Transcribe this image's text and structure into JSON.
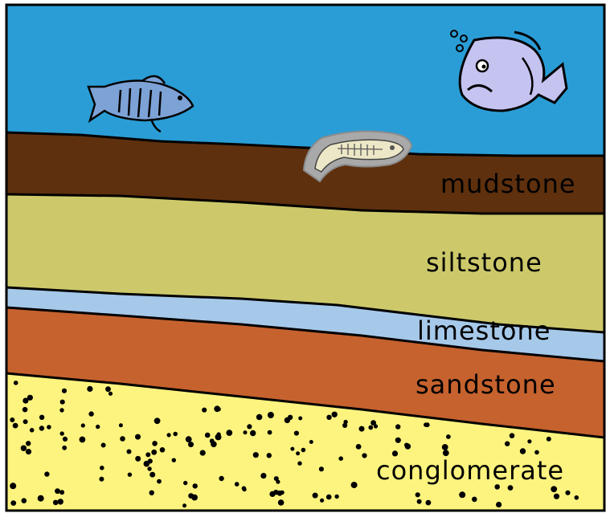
{
  "layers": [
    {
      "id": "mudstone",
      "label": "mudstone",
      "color": "#5e300e"
    },
    {
      "id": "siltstone",
      "label": "siltstone",
      "color": "#cdc96a"
    },
    {
      "id": "limestone",
      "label": "limestone",
      "color": "#a6c9ea"
    },
    {
      "id": "sandstone",
      "label": "sandstone",
      "color": "#c6622e"
    },
    {
      "id": "conglomerate",
      "label": "conglomerate",
      "color": "#fcf47e"
    }
  ],
  "water_color": "#2a9dd6",
  "icons": {
    "small_fish": "striped-fish-icon",
    "big_fish": "cartoon-fish-icon",
    "fossil": "fish-fossil-icon"
  }
}
